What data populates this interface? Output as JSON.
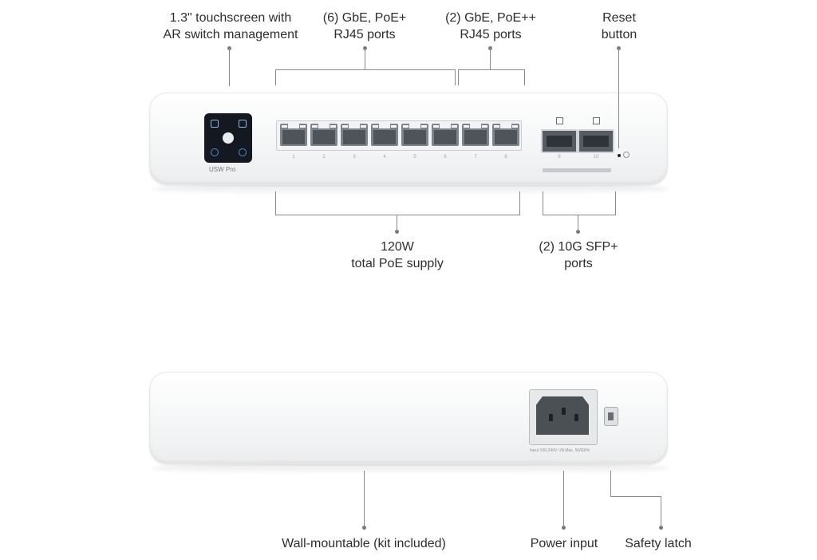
{
  "labels": {
    "touchscreen": "1.3\" touchscreen with\nAR switch management",
    "gbe_poe_plus": "(6) GbE, PoE+\nRJ45 ports",
    "gbe_poe_plusplus": "(2) GbE, PoE++\nRJ45 ports",
    "reset": "Reset\nbutton",
    "poe_supply": "120W\ntotal PoE supply",
    "sfp_ports": "(2) 10G SFP+\nports",
    "wall_mount": "Wall-mountable (kit included)",
    "power_input": "Power input",
    "safety_latch": "Safety latch"
  },
  "device_text": {
    "model": "USW Pro",
    "rj45_port_numbers": [
      "1",
      "2",
      "3",
      "4",
      "5",
      "6",
      "7",
      "8"
    ],
    "sfp_port_numbers": [
      "9",
      "10"
    ],
    "power_rating": "Input 100-240V~2A Max. 50/60Hz"
  },
  "colors": {
    "device_body": "#f4f5f6",
    "port_gray": "#7d8388",
    "screen": "#141820",
    "callout_line": "#8a8a8a"
  }
}
